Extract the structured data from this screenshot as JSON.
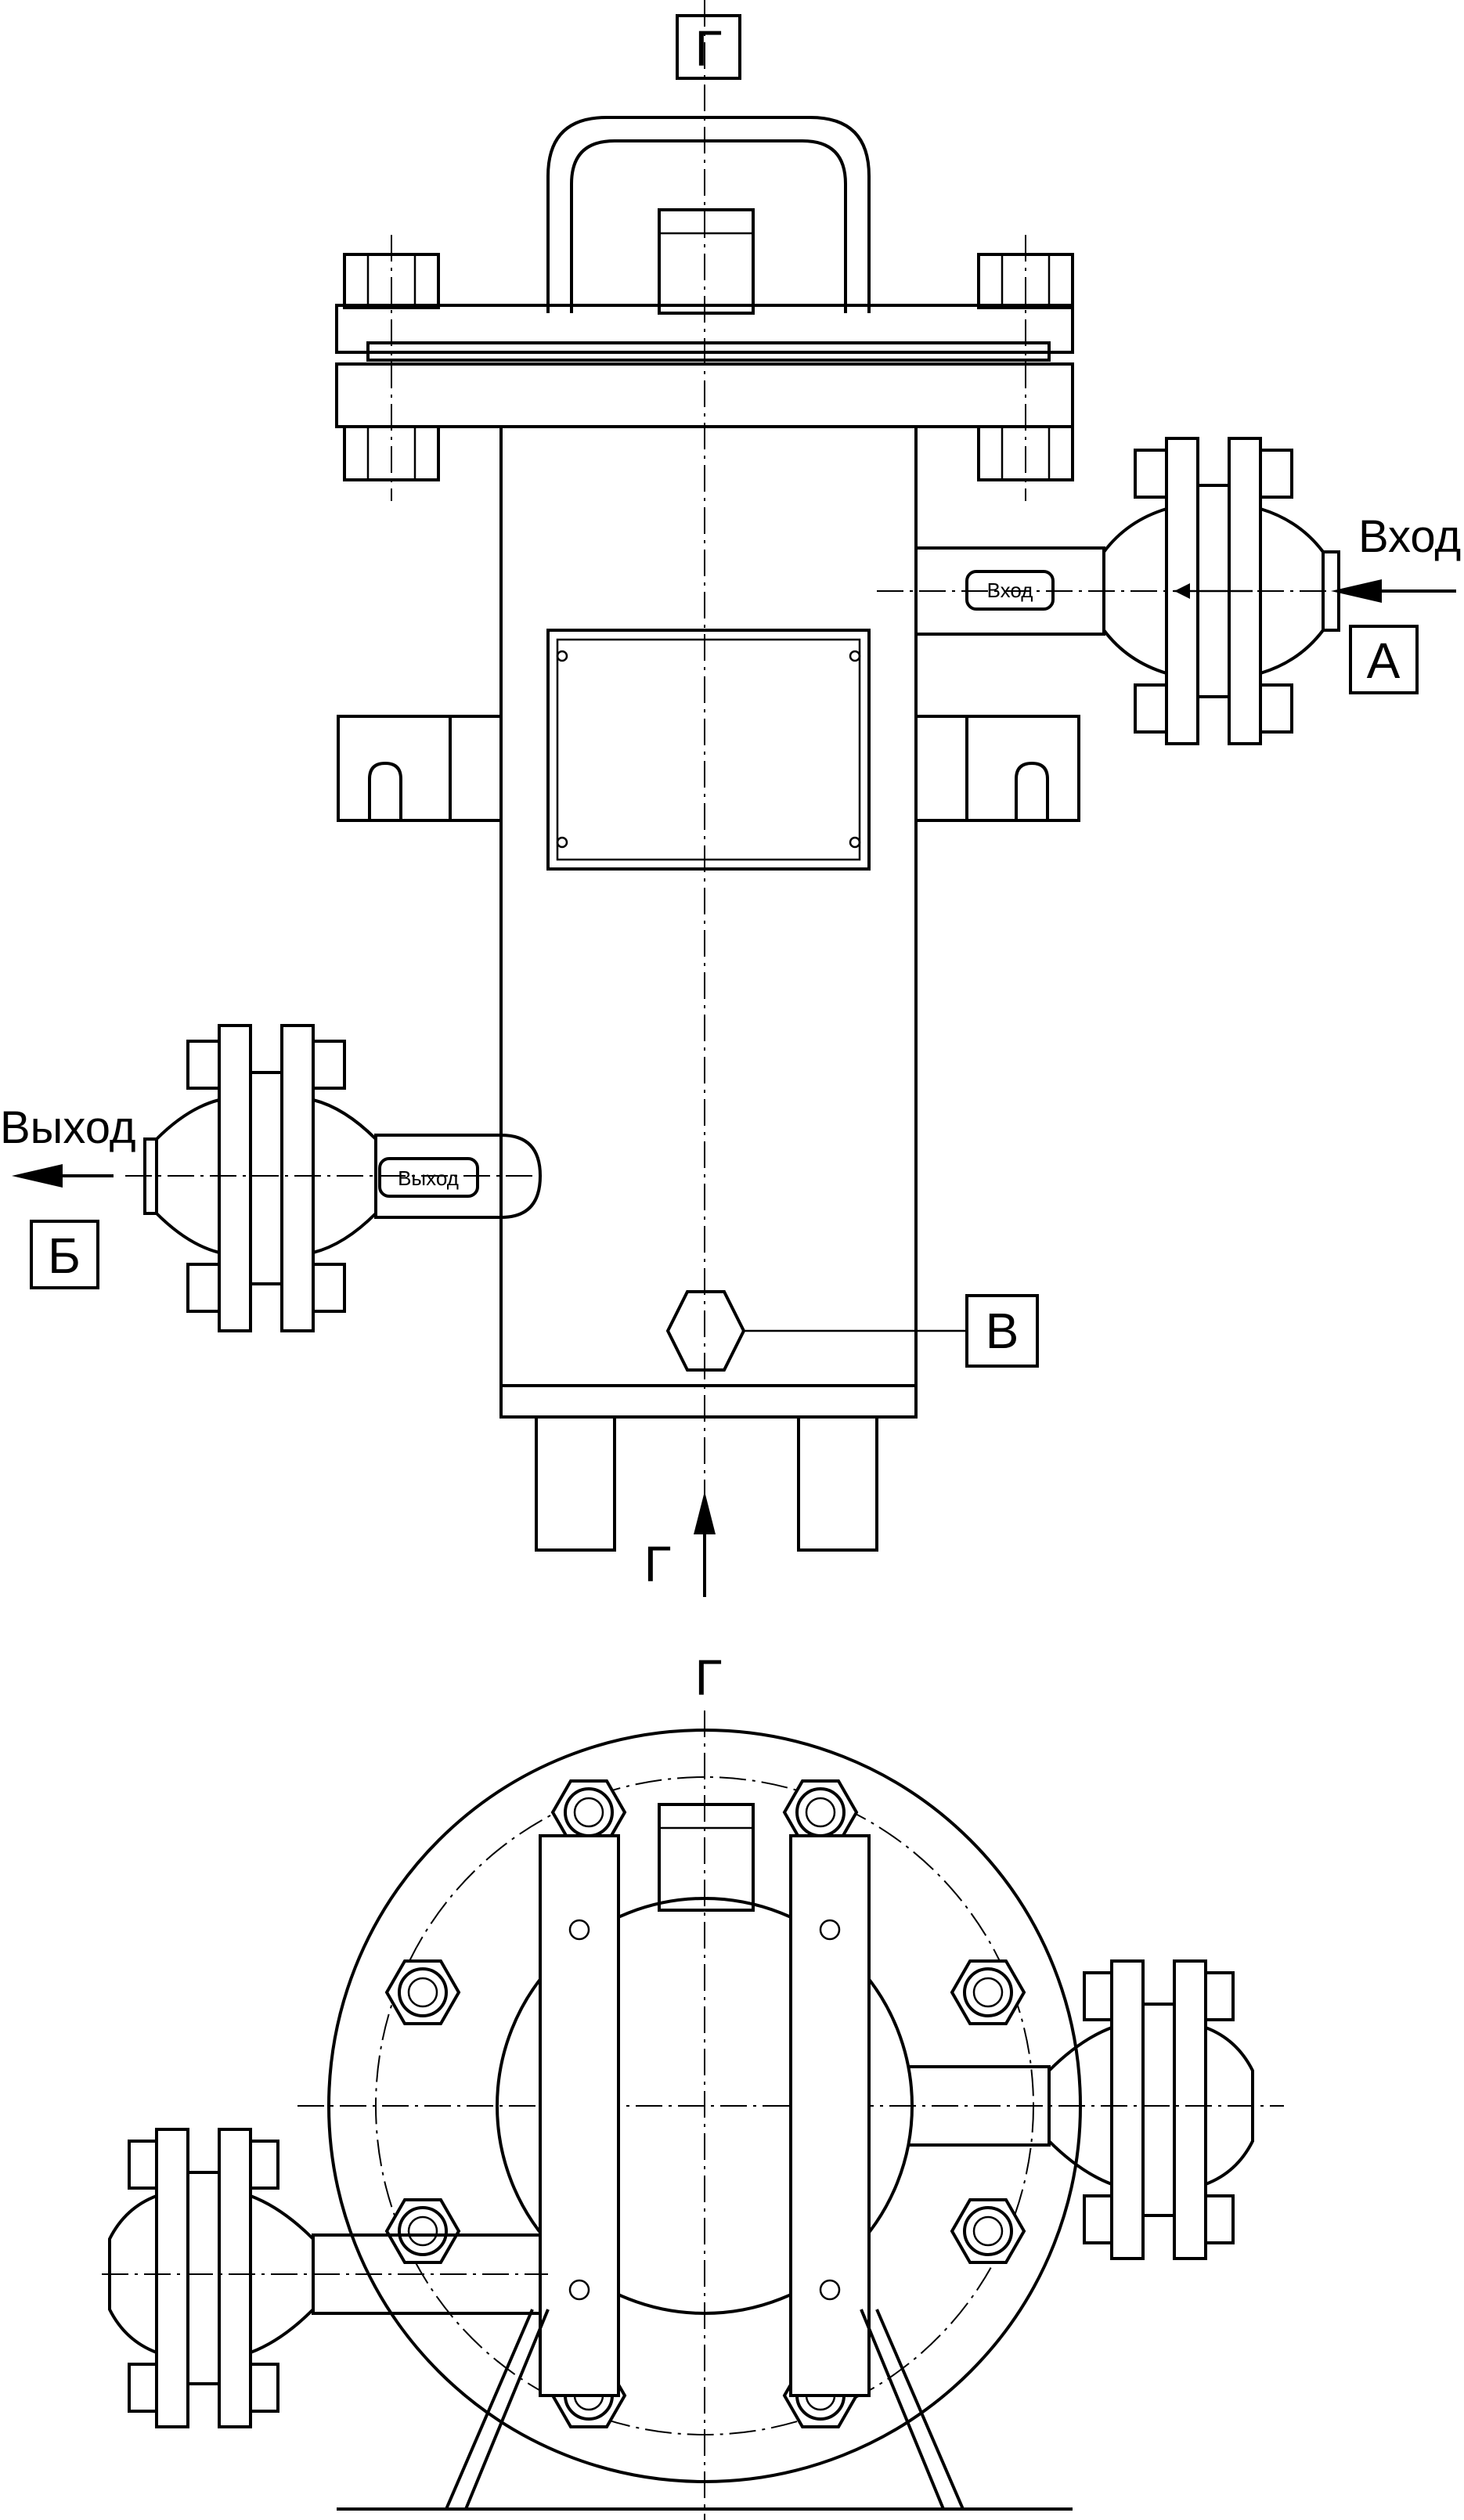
{
  "labels": {
    "section_top": "Г",
    "section_arrow": "Г",
    "section_view": "Г",
    "inlet_word": "Вход",
    "inlet_letter": "А",
    "inlet_plate": "Вход",
    "outlet_word": "Выход",
    "outlet_letter": "Б",
    "outlet_plate": "Выход",
    "drain_letter": "В"
  }
}
